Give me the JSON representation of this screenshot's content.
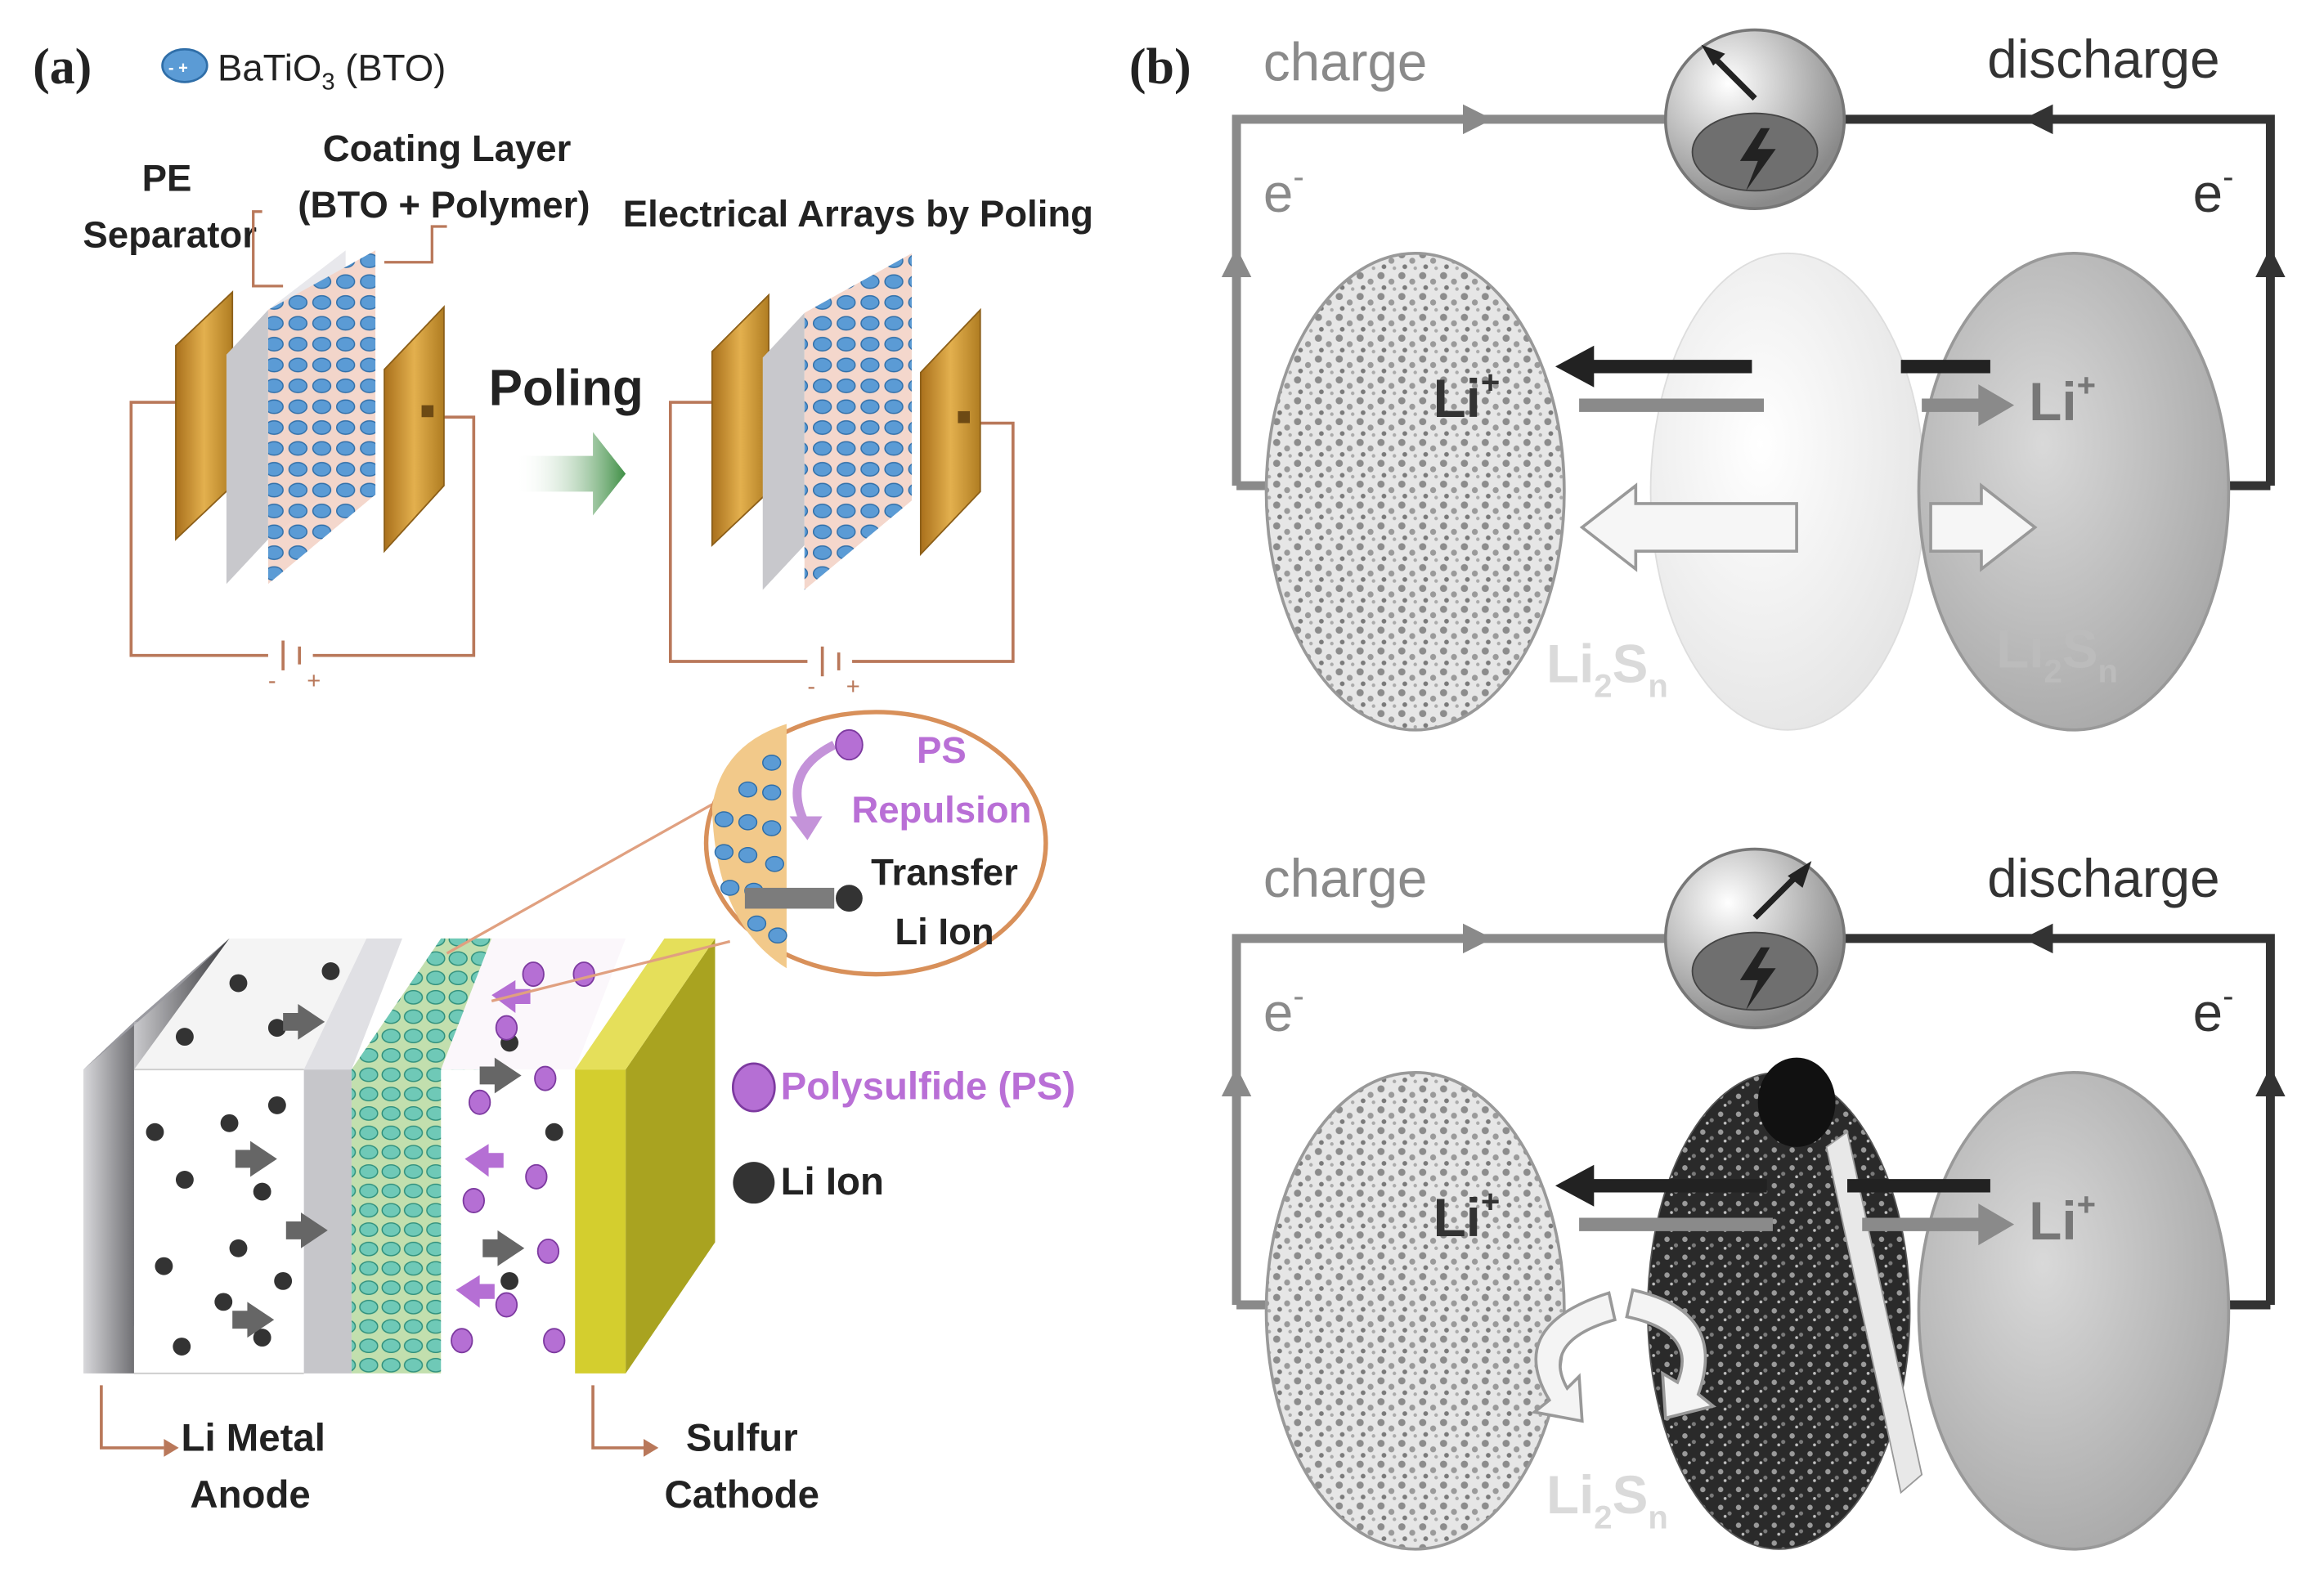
{
  "panel_a": {
    "label": "(a)",
    "legend_bto": "BaTiO",
    "legend_bto_sub": "3",
    "legend_bto_suffix": " (BTO)",
    "pe_separator_line1": "PE",
    "pe_separator_line2": "Separator",
    "coating_line1": "Coating Layer",
    "coating_line2": "(BTO + Polymer)",
    "electrical_arrays": "Electrical Arrays by Poling",
    "poling": "Poling",
    "minus": "-",
    "plus": "+",
    "ps_line1": "PS",
    "ps_line2": "Repulsion",
    "transfer_line1": "Transfer",
    "transfer_line2": "Li Ion",
    "legend_polysulfide": "Polysulfide (PS)",
    "legend_li_ion": "Li Ion",
    "anode_line1": "Li Metal",
    "anode_line2": "Anode",
    "cathode_line1": "Sulfur",
    "cathode_line2": "Cathode"
  },
  "panel_b": {
    "label": "(b)",
    "charge": "charge",
    "discharge": "discharge",
    "electron": "e",
    "electron_sup": "-",
    "li": "Li",
    "li_sup": "+",
    "li2sn_a": "Li",
    "li2sn_sub2": "2",
    "li2sn_s": "S",
    "li2sn_subn": "n"
  },
  "colors": {
    "copper_wire": "#b9785a",
    "gold_electrode": "#c8952a",
    "bto_blue": "#5b9bd5",
    "polysulfide": "#a45bc6",
    "li_ion": "#333333",
    "cathode_yellow": "#c8c22a",
    "poling_arrow": "#4a9a4e",
    "circuit_gray": "#888888",
    "circuit_dark": "#333333"
  }
}
